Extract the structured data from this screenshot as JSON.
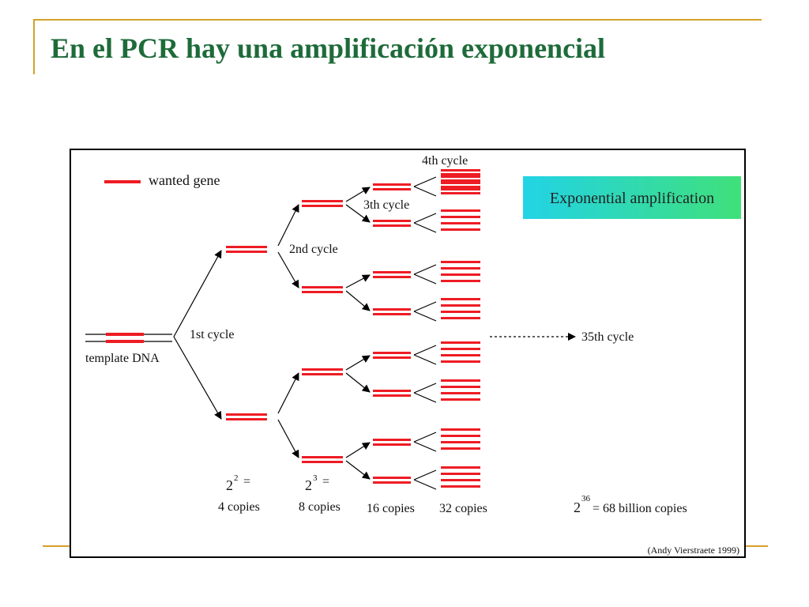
{
  "slide": {
    "title": "En el PCR hay una amplificación exponencial"
  },
  "figure": {
    "legend_label": "wanted gene",
    "template_label": "template DNA",
    "banner": "Exponential amplification",
    "cycles": {
      "first": "1st cycle",
      "second": "2nd cycle",
      "third": "3th cycle",
      "fourth": "4th cycle",
      "final": "35th cycle"
    },
    "counts": {
      "c4_exp": "2",
      "c4_pow": "2",
      "c4_eq": "=",
      "c4_label": "4 copies",
      "c8_exp": "2",
      "c8_pow": "3",
      "c8_eq": "=",
      "c8_label": "8 copies",
      "c16_label": "16 copies",
      "c32_label": "32 copies",
      "final_base": "2",
      "final_pow": "36",
      "final_text": "= 68 billion copies"
    },
    "credit": "(Andy Vierstraete 1999)",
    "colors": {
      "gene": "#ee1c24",
      "banner_from": "#22d3e6",
      "banner_to": "#3fe07a",
      "title": "#1e6b3a",
      "accent_line": "#d4a22a"
    }
  }
}
